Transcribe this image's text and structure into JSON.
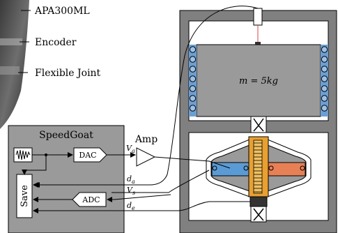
{
  "photo_labels": {
    "actuator": "APA300ML",
    "encoder": "Encoder",
    "joint": "Flexible Joint"
  },
  "controller": {
    "title": "SpeedGoat",
    "dac": "DAC",
    "adc": "ADC",
    "save": "Save"
  },
  "amp": "Amp",
  "signals": {
    "va": "V",
    "va_sub": "a",
    "da": "d",
    "da_sub": "a",
    "vs": "V",
    "vs_sub": "s",
    "de": "d",
    "de_sub": "e"
  },
  "mass_label": "m = 5kg",
  "colors": {
    "frame_gray": "#808080",
    "mass_gray": "#9a9a9a",
    "bearing_blue": "#6b9fd4",
    "piezo_blue": "#5b9bd5",
    "piezo_orange": "#e88055",
    "encoder_orange": "#e8a030",
    "controller_gray": "#9a9a9a"
  }
}
